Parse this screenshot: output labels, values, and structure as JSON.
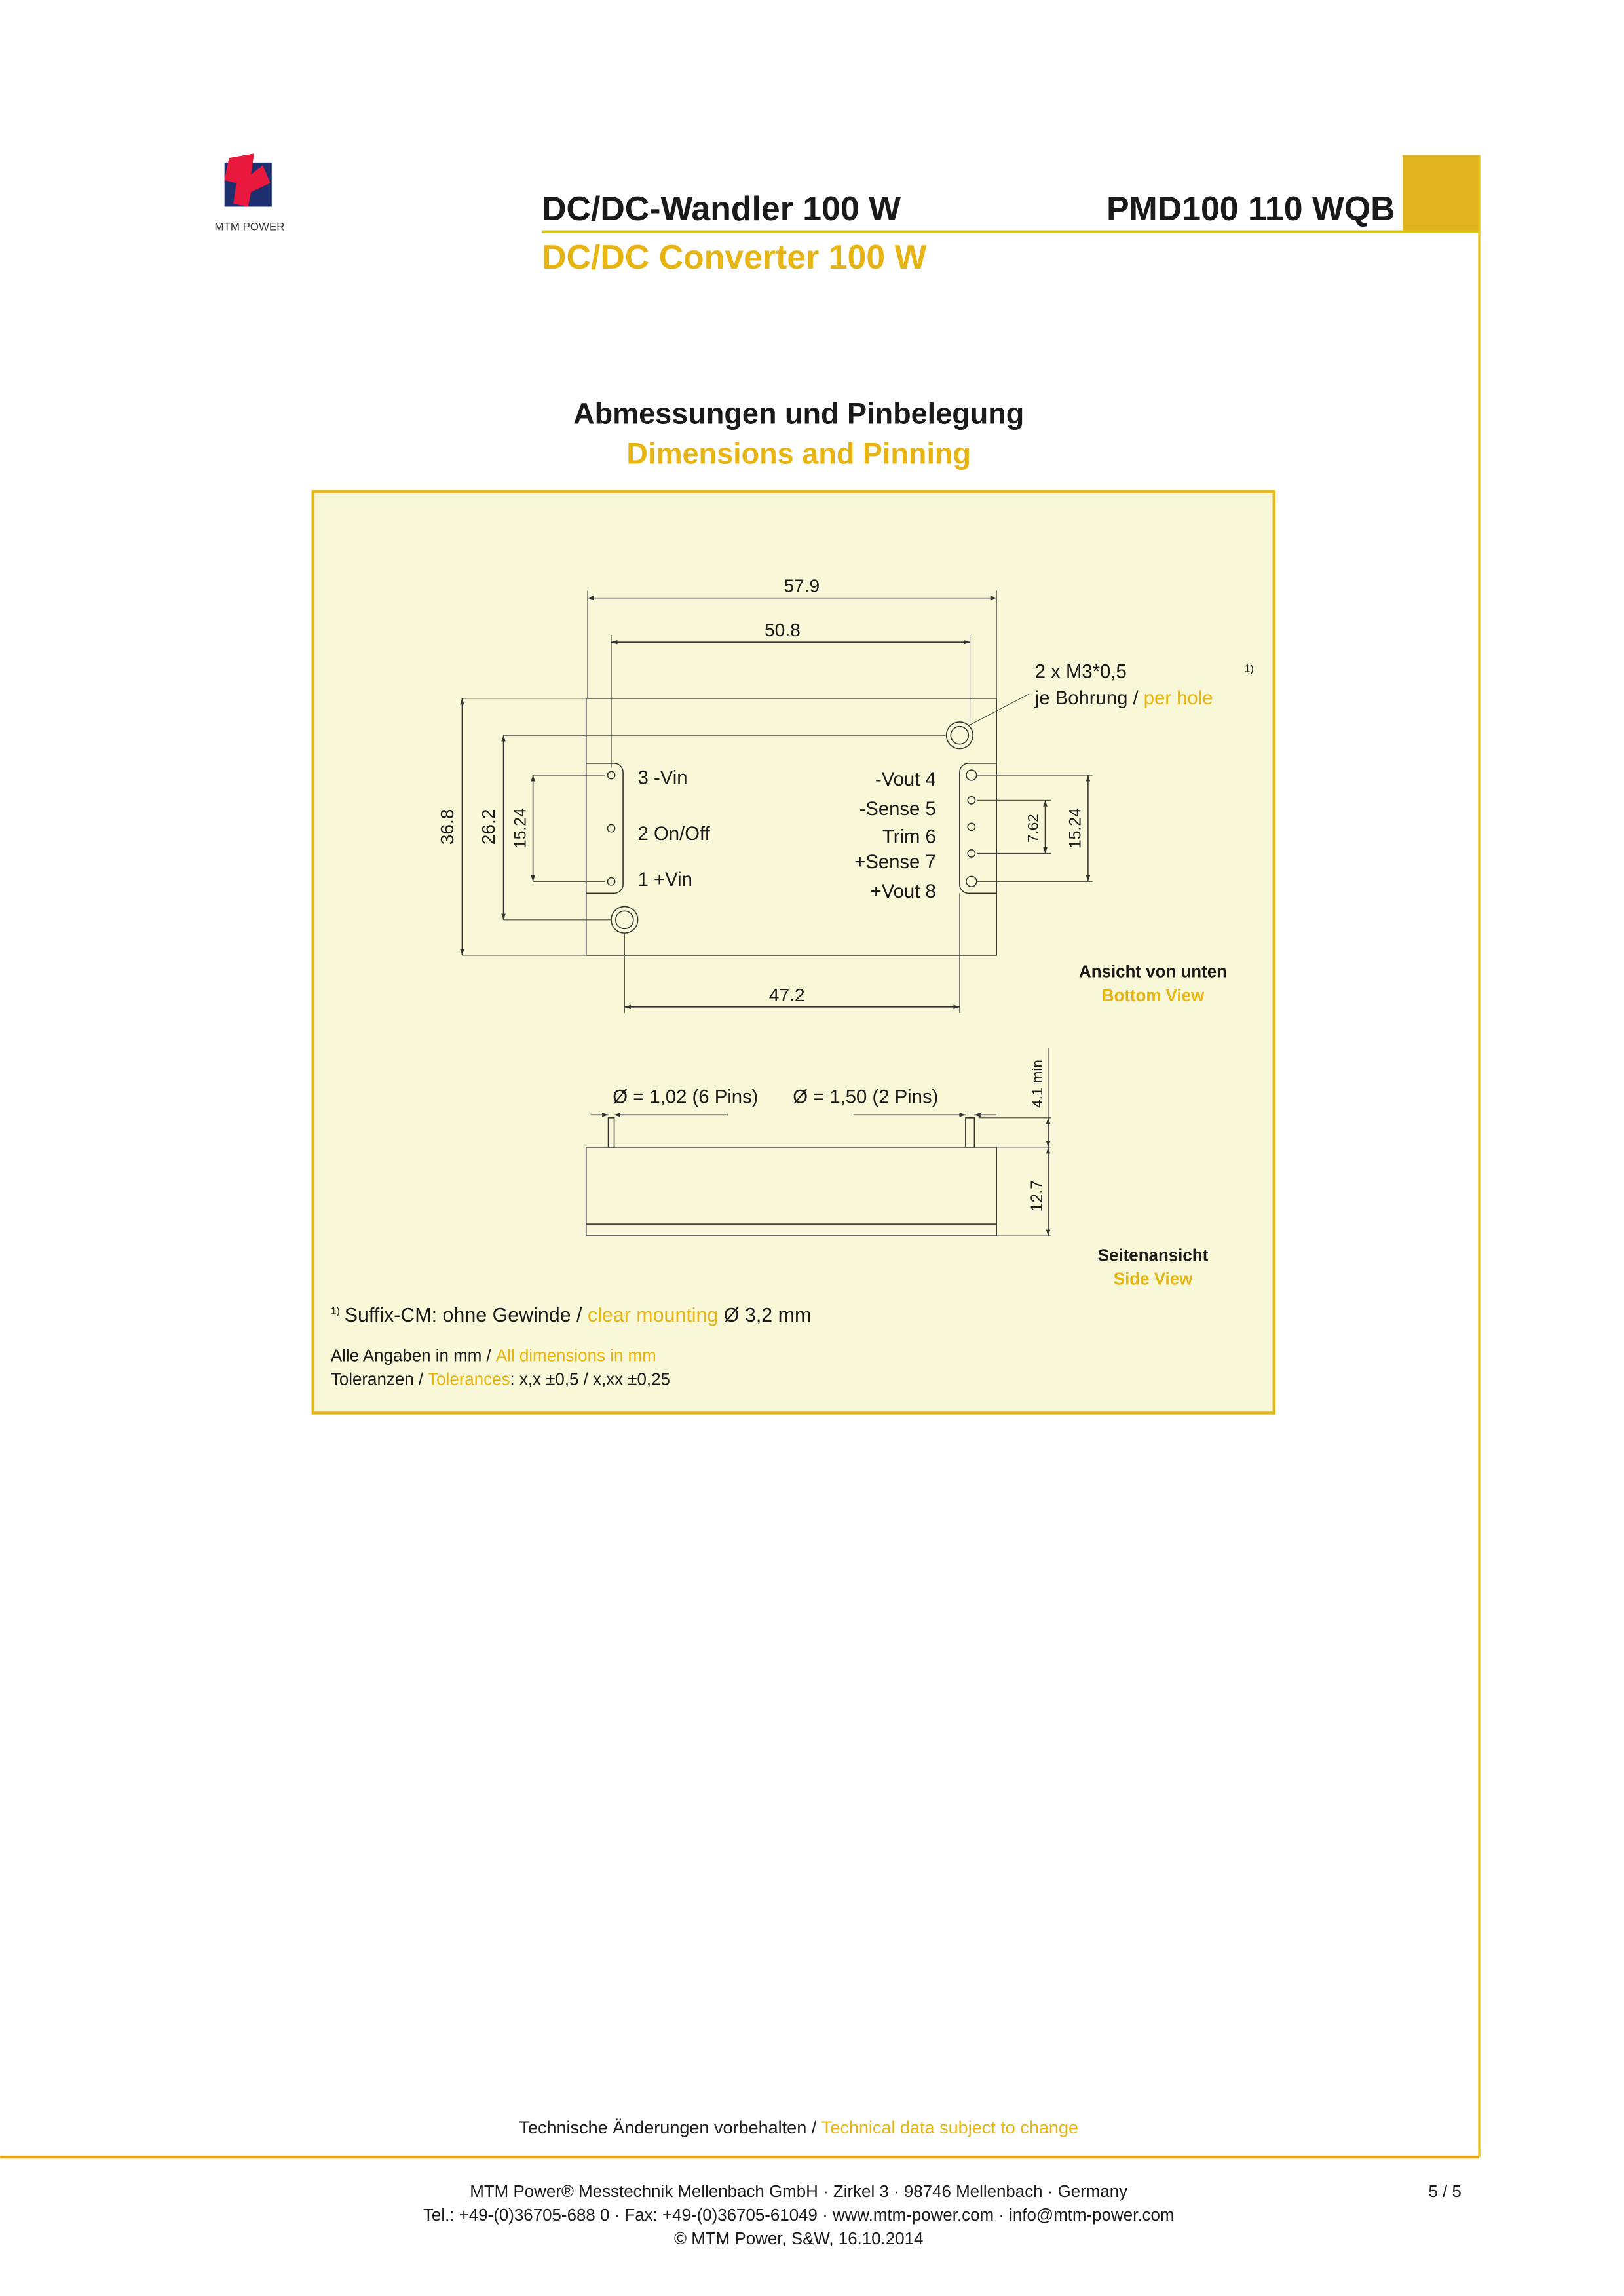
{
  "logo": {
    "text": "MTM POWER",
    "colors": {
      "red": "#e8193c",
      "blue": "#1d2f6f"
    }
  },
  "header": {
    "title_de": "DC/DC-Wandler 100 W",
    "product_code": "PMD100 110 WQB",
    "title_en": "DC/DC Converter 100 W"
  },
  "section": {
    "title_de": "Abmessungen und Pinbelegung",
    "title_en": "Dimensions and Pinning"
  },
  "bottom_view": {
    "dimensions": {
      "overall_width": "57.9",
      "hole_spacing_x": "50.8",
      "overall_height": "36.8",
      "hole_spacing_y": "26.2",
      "input_pin_span": "15.24",
      "sense_pin_span": "7.62",
      "output_pin_span": "15.24",
      "hole_to_pins": "47.2"
    },
    "mounting": {
      "thread": "2 x M3*0,5",
      "per_hole_de": "je Bohrung / ",
      "per_hole_en": "per hole",
      "footnote_ref": "1)"
    },
    "input_pins": [
      "3 -Vin",
      "2 On/Off",
      "1 +Vin"
    ],
    "output_pins": [
      "-Vout 4",
      "-Sense 5",
      "Trim 6",
      "+Sense 7",
      "+Vout 8"
    ],
    "caption_de": "Ansicht von unten",
    "caption_en": "Bottom View"
  },
  "side_view": {
    "pin_dia_small": "Ø = 1,02 (6 Pins)",
    "pin_dia_large": "Ø = 1,50 (2 Pins)",
    "pin_length": "4.1 min",
    "height": "12.7",
    "caption_de": "Seitenansicht",
    "caption_en": "Side View"
  },
  "notes": {
    "footnote_mark": "1)",
    "footnote_de": "Suffix-CM: ohne Gewinde / ",
    "footnote_en": "clear mounting",
    "footnote_tail": " Ø 3,2 mm",
    "units_de": "Alle Angaben in mm / ",
    "units_en": "All dimensions in mm",
    "tol_de": "Toleranzen / ",
    "tol_en": "Tolerances",
    "tol_values": ": x,x ±0,5 / x,xx ±0,25"
  },
  "disclaimer": {
    "de": "Technische Änderungen vorbehalten / ",
    "en": "Technical data subject to change"
  },
  "footer": {
    "line1": "MTM Power®  Messtechnik Mellenbach GmbH · Zirkel 3 · 98746 Mellenbach · Germany",
    "line2": "Tel.: +49-(0)36705-688 0 · Fax: +49-(0)36705-61049 · www.mtm-power.com · info@mtm-power.com",
    "line3": "© MTM Power, S&W, 16.10.2014",
    "page": "5 / 5"
  },
  "colors": {
    "accent": "#e6b514",
    "panel": "#f8f8d8"
  }
}
